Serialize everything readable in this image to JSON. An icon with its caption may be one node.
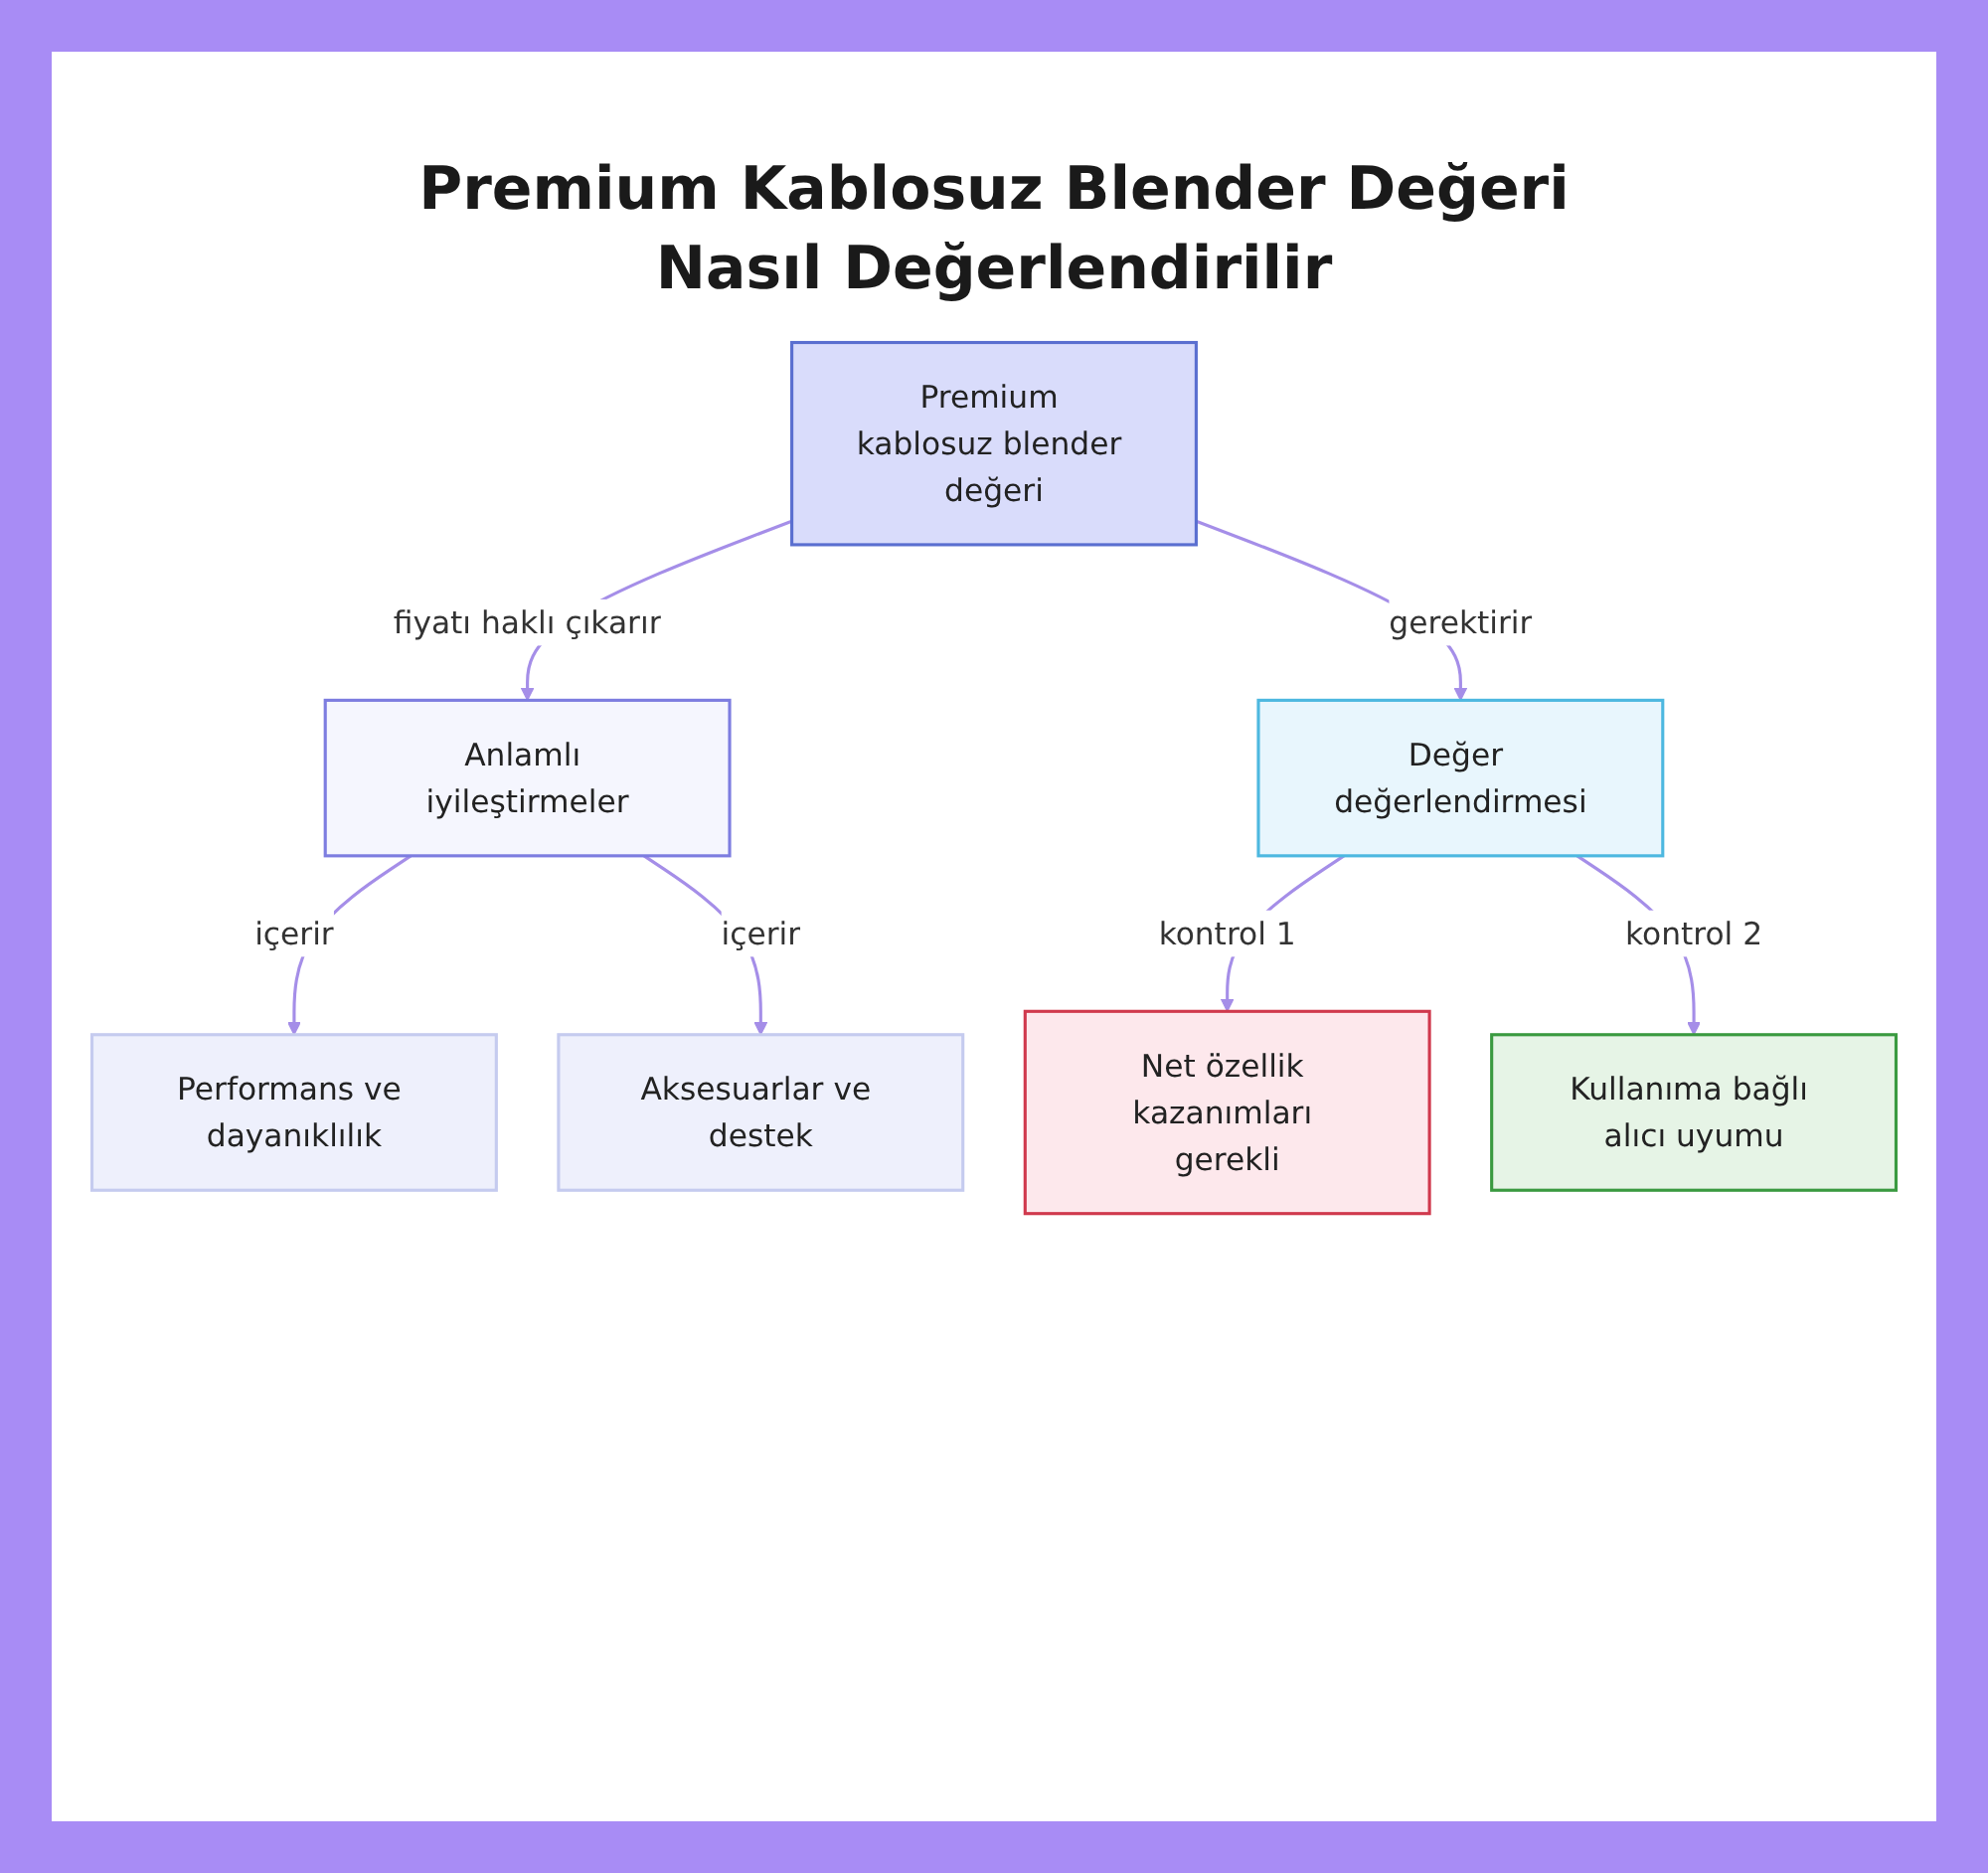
{
  "diagram": {
    "title": "Premium Kablosuz Blender Değeri Nasıl Değerlendirilir",
    "nodes": [
      {
        "text": [
          "Premium kablosuz blender değeri"
        ]
      },
      {
        "text": [
          "Anlamlı iyileştirmeler"
        ]
      },
      {
        "text": [
          "Değer değerlendirmesi"
        ]
      },
      {
        "text": [
          "Performans ve dayanıklılık"
        ]
      },
      {
        "text": [
          "Aksesuarlar ve destek"
        ]
      },
      {
        "text": [
          "Net özellik kazanımları gerekli"
        ]
      },
      {
        "text": [
          "Kullanıma bağlı alıcı uyumu"
        ]
      }
    ],
    "edges": [
      {
        "from": 0,
        "to": 1,
        "arrow": "to",
        "label": "fiyatı haklı çıkarır"
      },
      {
        "from": 0,
        "to": 2,
        "arrow": "to",
        "label": "gerektirir"
      },
      {
        "from": 1,
        "to": 3,
        "arrow": "to",
        "label": "içerir"
      },
      {
        "from": 1,
        "to": 4,
        "arrow": "to",
        "label": "içerir"
      },
      {
        "from": 2,
        "to": 5,
        "arrow": "to",
        "label": "kontrol 1"
      },
      {
        "from": 2,
        "to": 6,
        "arrow": "to",
        "label": "kontrol 2"
      }
    ]
  }
}
